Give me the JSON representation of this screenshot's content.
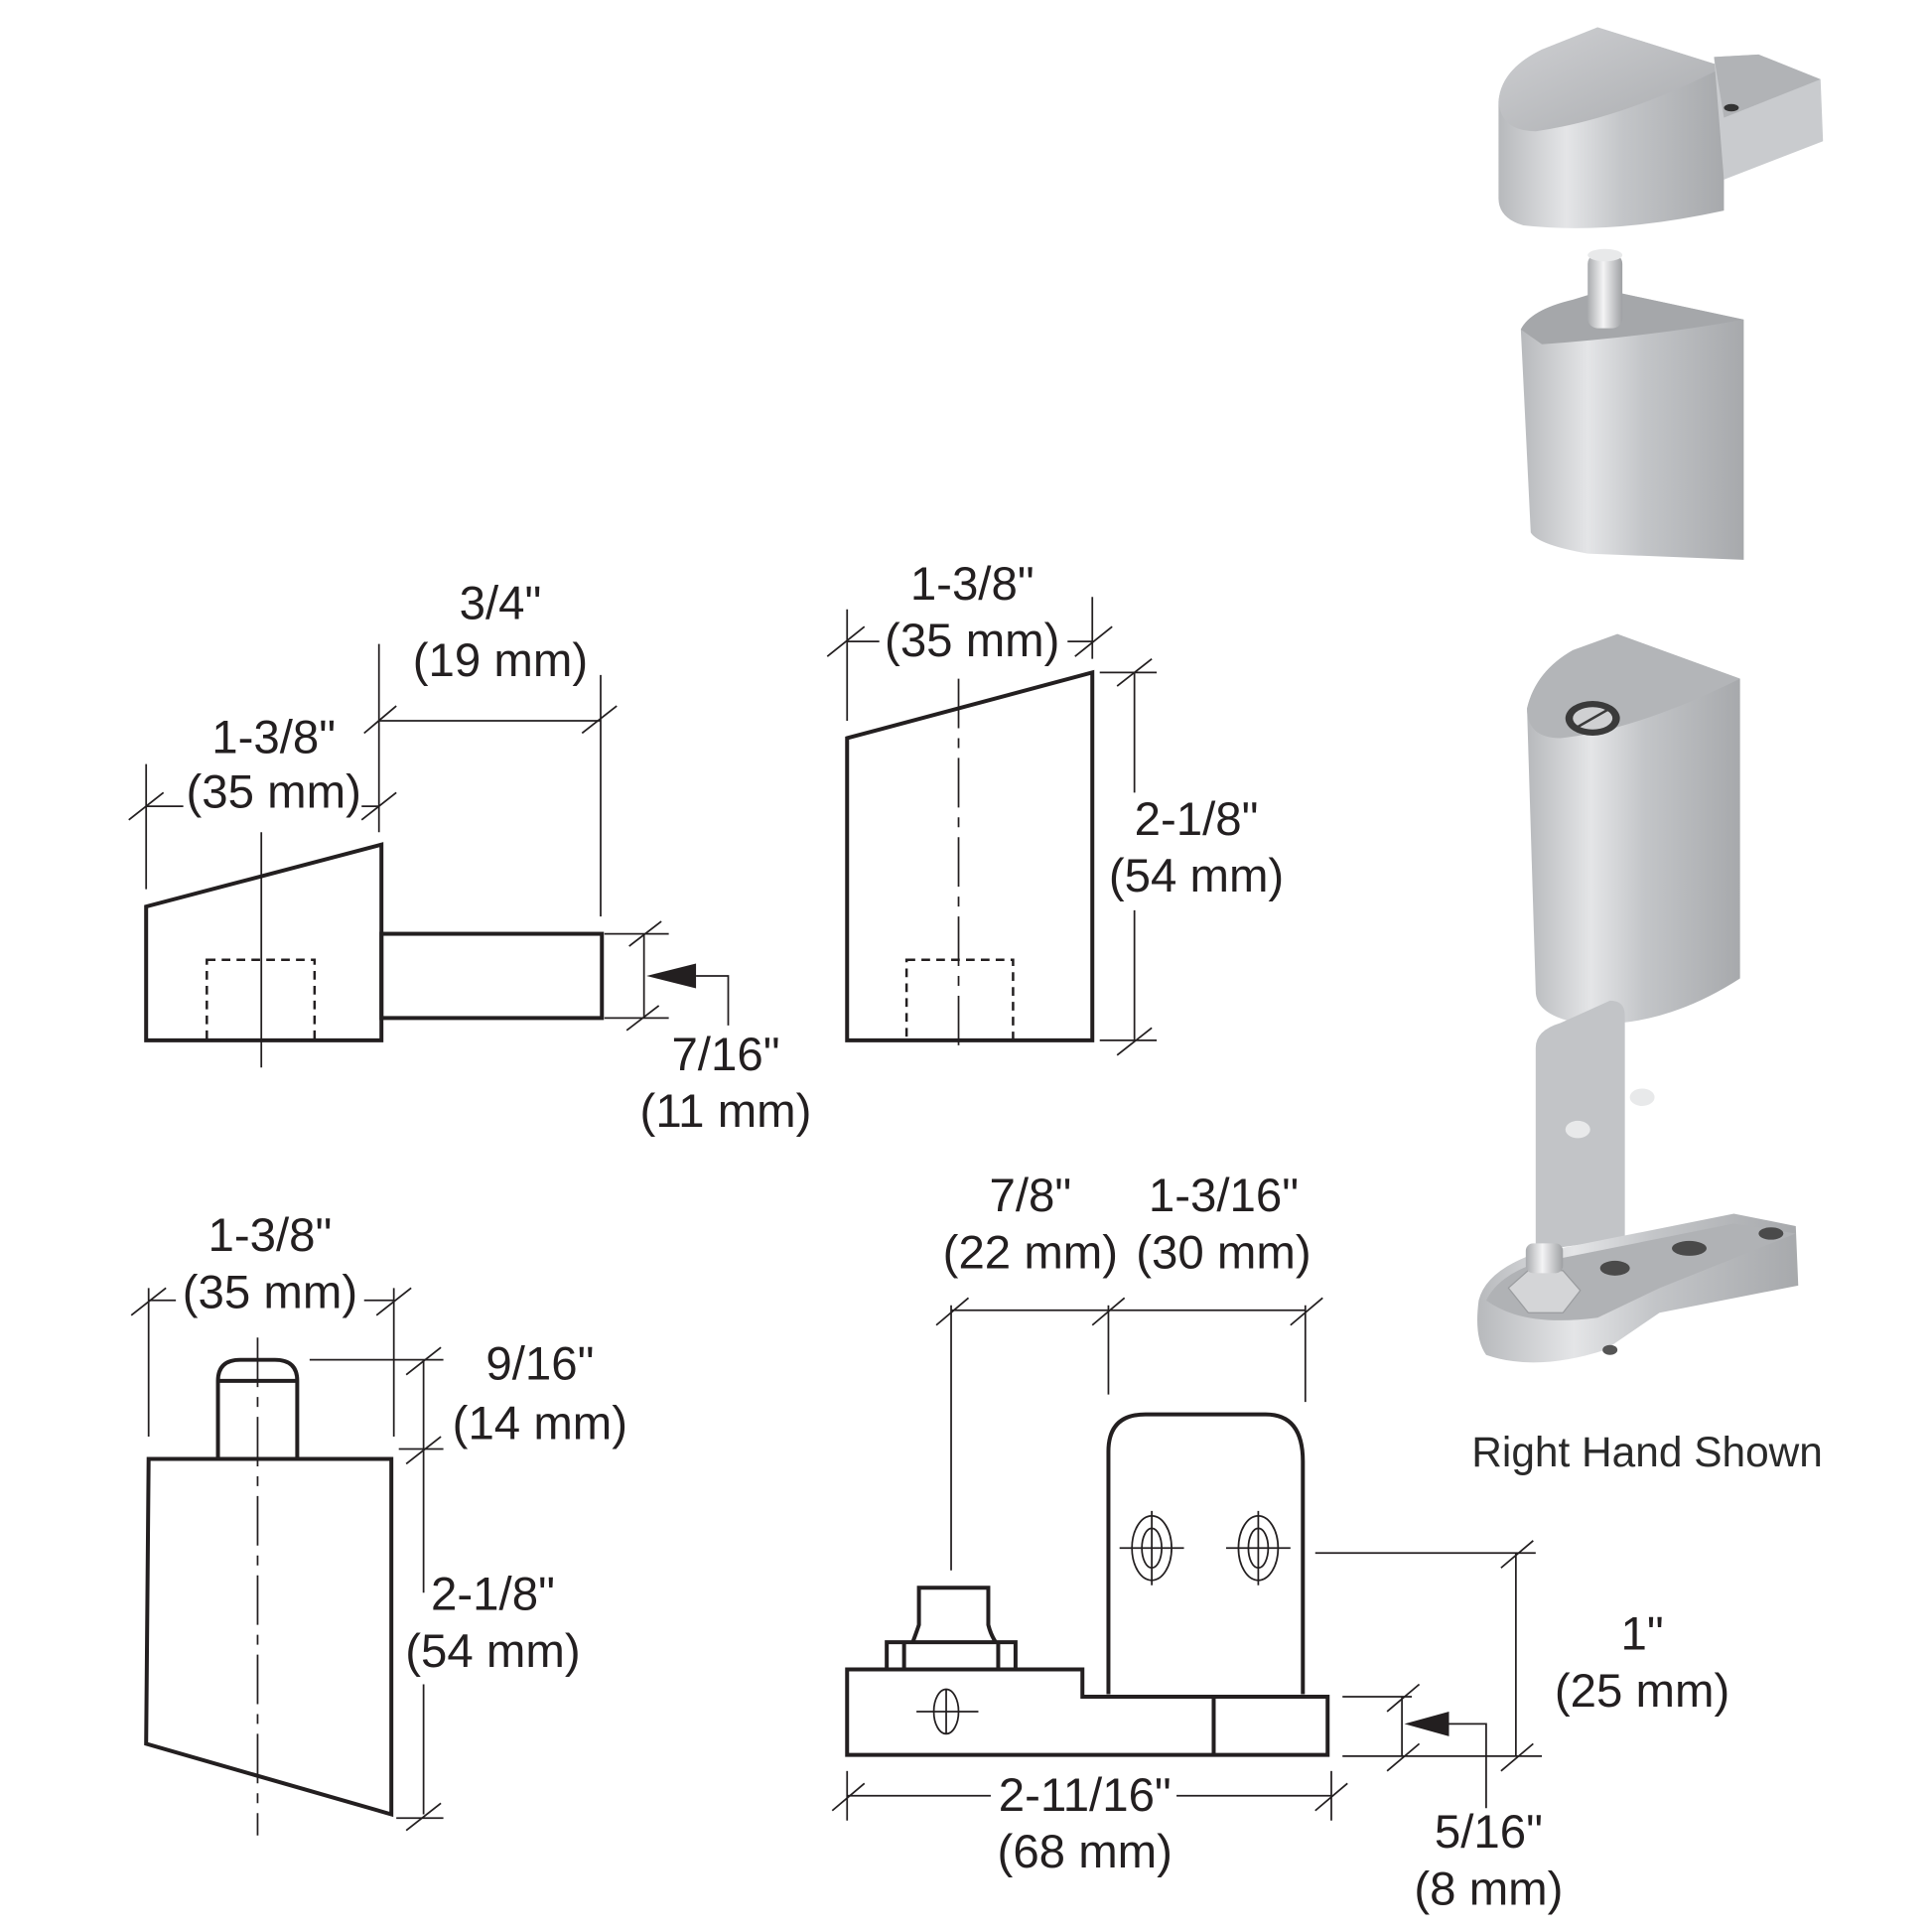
{
  "figure": {
    "caption": "Right Hand Shown",
    "colors": {
      "line": "#231f20",
      "metal_light": "#d9dadc",
      "metal_mid": "#b9bbbe",
      "metal_dark": "#9a9c9f",
      "background": "#ffffff"
    }
  },
  "drawings": {
    "top_pivot_side": {
      "dim_width": {
        "imperial": "1-3/8\"",
        "metric": "(35 mm)"
      },
      "dim_arm": {
        "imperial": "3/4\"",
        "metric": "(19 mm)"
      },
      "dim_arm_height": {
        "imperial": "7/16\"",
        "metric": "(11 mm)"
      }
    },
    "top_pivot_front": {
      "dim_width": {
        "imperial": "1-3/8\"",
        "metric": "(35 mm)"
      },
      "dim_height": {
        "imperial": "2-1/8\"",
        "metric": "(54 mm)"
      }
    },
    "bottom_pivot_block": {
      "dim_width": {
        "imperial": "1-3/8\"",
        "metric": "(35 mm)"
      },
      "dim_pin": {
        "imperial": "9/16\"",
        "metric": "(14 mm)"
      },
      "dim_height": {
        "imperial": "2-1/8\"",
        "metric": "(54 mm)"
      }
    },
    "bottom_pivot_base": {
      "dim_offset": {
        "imperial": "7/8\"",
        "metric": "(22 mm)"
      },
      "dim_plate": {
        "imperial": "1-3/16\"",
        "metric": "(30 mm)"
      },
      "dim_length": {
        "imperial": "2-11/16\"",
        "metric": "(68 mm)"
      },
      "dim_hole_height": {
        "imperial": "1\"",
        "metric": "(25 mm)"
      },
      "dim_base_thickness": {
        "imperial": "5/16\"",
        "metric": "(8 mm)"
      }
    }
  },
  "photos": [
    {
      "name": "top-pivot-cap"
    },
    {
      "name": "top-pivot-pin-block"
    },
    {
      "name": "bottom-pivot-block"
    },
    {
      "name": "bottom-pivot-base-plate"
    }
  ]
}
